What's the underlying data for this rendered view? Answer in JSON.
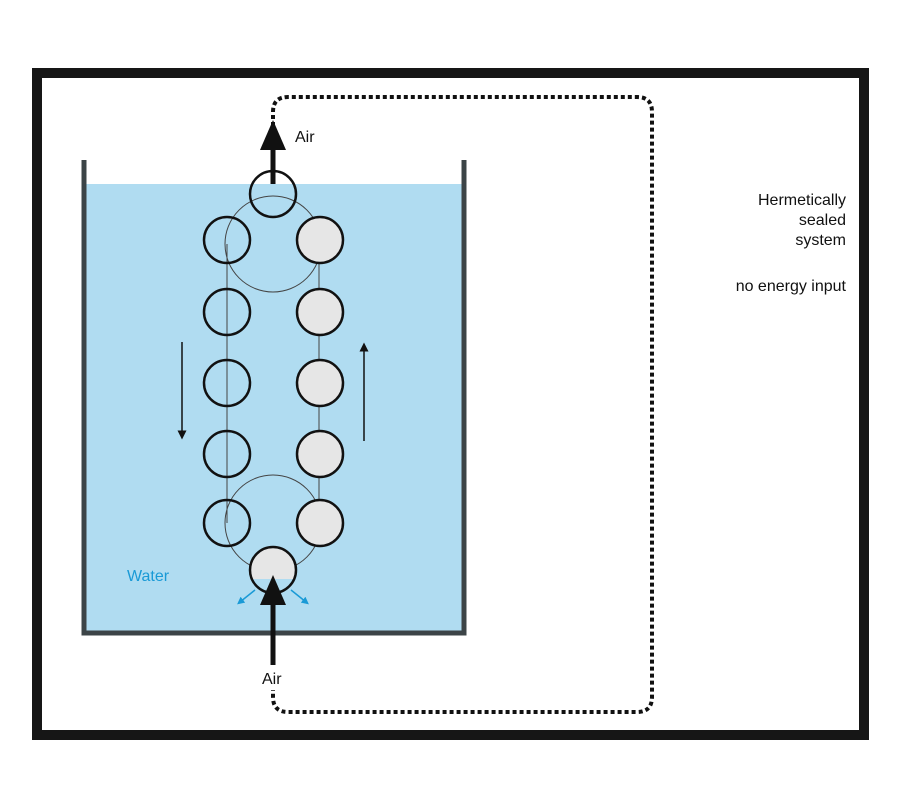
{
  "labels": {
    "air_top": "Air",
    "air_bottom": "Air",
    "water": "Water",
    "sealed_line1": "Hermetically",
    "sealed_line2": "sealed",
    "sealed_line3": "system",
    "no_energy": "no energy input"
  },
  "colors": {
    "water": "#b0dcf1",
    "tank_wall": "#3c4447",
    "frame": "#161616",
    "float_filled": "#e6e6e6",
    "water_label": "#1a9ad6",
    "bubble_arrows": "#1a9ad6"
  },
  "icons": {
    "air_arrow": "arrow-up-icon",
    "flow_down": "arrow-down-icon",
    "flow_up": "arrow-up-icon"
  }
}
